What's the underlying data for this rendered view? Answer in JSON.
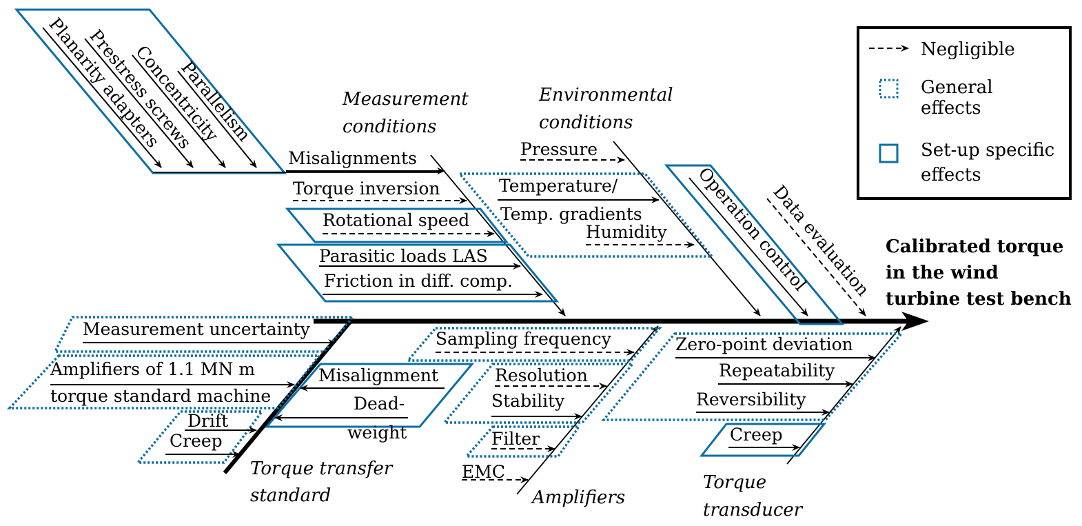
{
  "colors": {
    "accent": "#0a6fa6",
    "line": "#000000",
    "background": "#ffffff"
  },
  "effect": {
    "line1": "Calibrated torque",
    "line2": "in the wind",
    "line3": "turbine test bench"
  },
  "legend": {
    "negligible": "Negligible",
    "general_1": "General",
    "general_2": "effects",
    "setup_1": "Set-up specific",
    "setup_2": "effects"
  },
  "categories": {
    "measurement": {
      "line1": "Measurement",
      "line2": "conditions"
    },
    "environmental": {
      "line1": "Environmental",
      "line2": "conditions"
    },
    "operation": "Operation control",
    "data": "Data evaluation",
    "transfer": {
      "line1": "Torque transfer",
      "line2": "standard"
    },
    "amplifiers": "Amplifiers",
    "transducer": {
      "line1": "Torque",
      "line2": "transducer"
    }
  },
  "causes": {
    "adapters": [
      "Parallelism",
      "Concentricity",
      "Prestress screws",
      "Planarity adapters"
    ],
    "measurement": [
      "Misalignments",
      "Torque inversion",
      "Rotational speed",
      "Parasitic loads LAS",
      "Friction in diff. comp."
    ],
    "environmental": {
      "pressure": "Pressure",
      "temp1": "Temperature/",
      "temp2": "Temp. gradients",
      "humidity": "Humidity"
    },
    "transfer": {
      "uncertainty": "Measurement uncertainty",
      "amp1": "Amplifiers of 1.1 MN m",
      "amp2": "torque standard machine",
      "drift": "Drift",
      "creep": "Creep",
      "misalignment": "Misalignment",
      "dead1": "Dead-",
      "dead2": "weight"
    },
    "amplifiers": [
      "Sampling frequency",
      "Resolution",
      "Stability",
      "Filter",
      "EMC"
    ],
    "transducer": [
      "Zero-point deviation",
      "Repeatability",
      "Reversibility",
      "Creep"
    ]
  }
}
